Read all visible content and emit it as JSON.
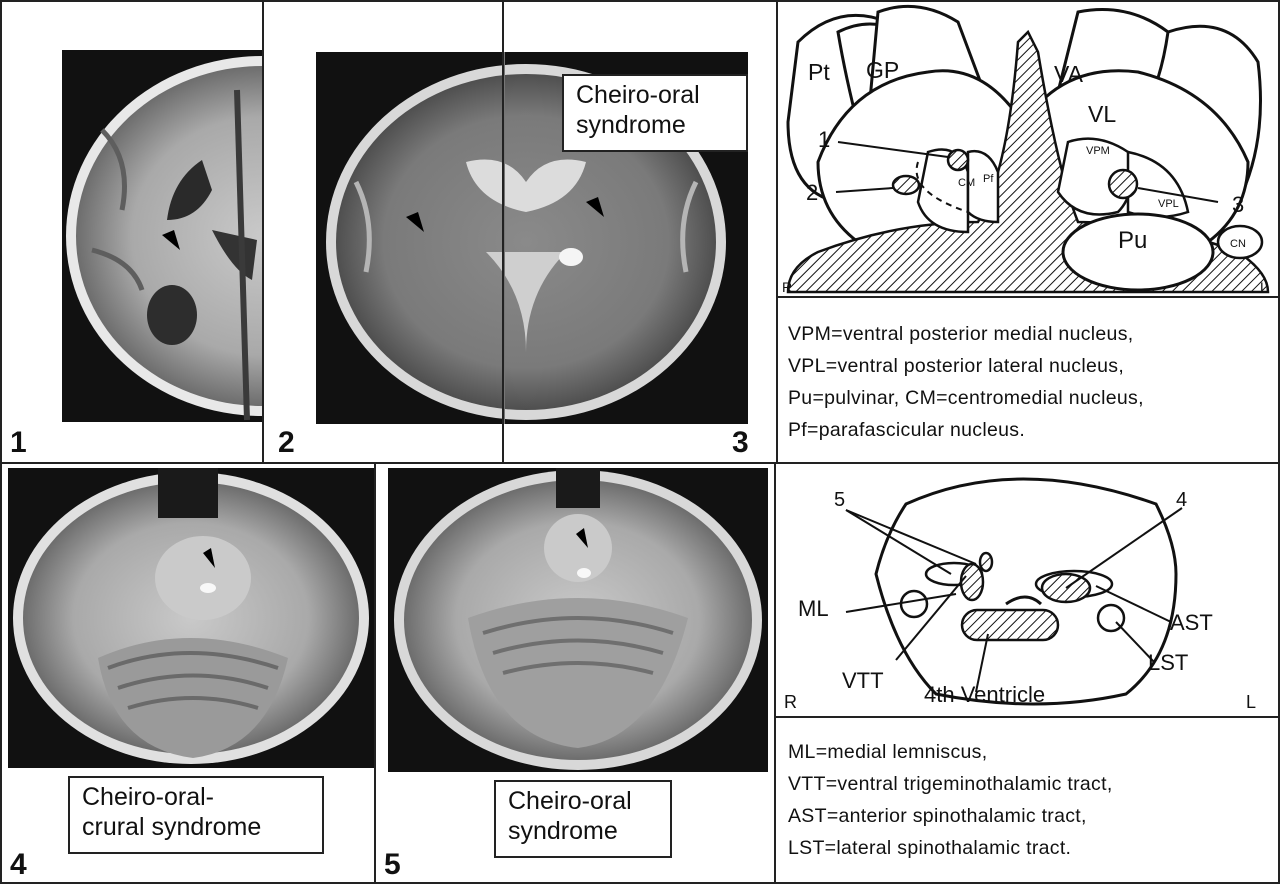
{
  "panels": {
    "p1": {
      "number": "1"
    },
    "p2": {
      "number": "2"
    },
    "p3": {
      "number": "3"
    },
    "p4": {
      "number": "4"
    },
    "p5": {
      "number": "5"
    }
  },
  "captions": {
    "top_right_mri": [
      "Cheiro-oral",
      "syndrome"
    ],
    "bottom_left_mri": [
      "Cheiro-oral-",
      "crural syndrome"
    ],
    "bottom_mid_mri": [
      "Cheiro-oral",
      "syndrome"
    ]
  },
  "thalamus_diagram": {
    "labels": {
      "pt": "Pt",
      "gp": "GP",
      "va": "VA",
      "vl": "VL",
      "vpm": "VPM",
      "vpl": "VPL",
      "cm": "CM",
      "pf": "Pf",
      "pu": "Pu",
      "cn": "CN",
      "r": "R",
      "l": "L",
      "lesion1": "1",
      "lesion2": "2",
      "lesion3": "3"
    },
    "legend": [
      "VPM=ventral posterior medial nucleus,",
      "VPL=ventral posterior lateral nucleus,",
      "Pu=pulvinar, CM=centromedial nucleus,",
      "Pf=parafascicular nucleus."
    ]
  },
  "pons_diagram": {
    "labels": {
      "ml": "ML",
      "vtt": "VTT",
      "ast": "AST",
      "lst": "LST",
      "ventricle": "4th Ventricle",
      "r": "R",
      "l": "L",
      "lesion4": "4",
      "lesion5": "5"
    },
    "legend": [
      "ML=medial lemniscus,",
      "VTT=ventral trigeminothalamic tract,",
      "AST=anterior spinothalamic tract,",
      "LST=lateral spinothalamic tract."
    ]
  }
}
